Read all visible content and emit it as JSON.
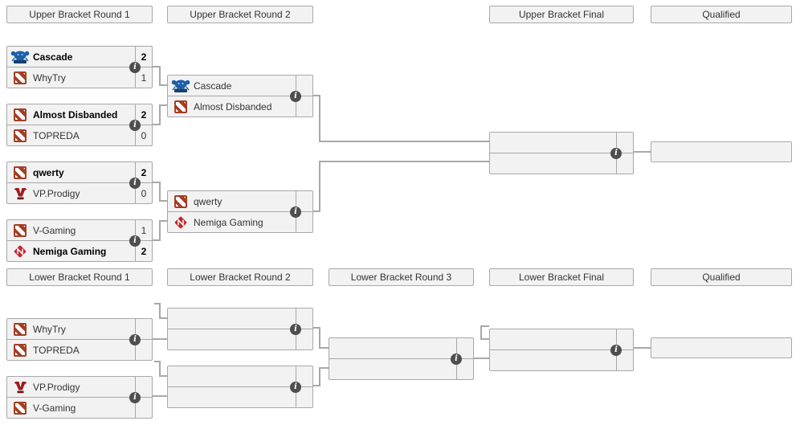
{
  "headers": {
    "ub_r1": "Upper Bracket Round 1",
    "ub_r2": "Upper Bracket Round 2",
    "ub_final": "Upper Bracket Final",
    "ub_qualified": "Qualified",
    "lb_r1": "Lower Bracket Round 1",
    "lb_r2": "Lower Bracket Round 2",
    "lb_r3": "Lower Bracket Round 3",
    "lb_final": "Lower Bracket Final",
    "lb_qualified": "Qualified"
  },
  "matches": {
    "ub_r1_m1": {
      "top": {
        "team": "Cascade",
        "score": "2",
        "winner": true,
        "logo": "cascade-logo-icon"
      },
      "bottom": {
        "team": "WhyTry",
        "score": "1",
        "winner": false,
        "logo": "dota2-logo-icon"
      }
    },
    "ub_r1_m2": {
      "top": {
        "team": "Almost Disbanded",
        "score": "2",
        "winner": true,
        "logo": "dota2-logo-icon"
      },
      "bottom": {
        "team": "TOPREDA",
        "score": "0",
        "winner": false,
        "logo": "dota2-logo-icon"
      }
    },
    "ub_r1_m3": {
      "top": {
        "team": "qwerty",
        "score": "2",
        "winner": true,
        "logo": "dota2-logo-icon"
      },
      "bottom": {
        "team": "VP.Prodigy",
        "score": "0",
        "winner": false,
        "logo": "vp-prodigy-logo-icon"
      }
    },
    "ub_r1_m4": {
      "top": {
        "team": "V-Gaming",
        "score": "1",
        "winner": false,
        "logo": "dota2-logo-icon"
      },
      "bottom": {
        "team": "Nemiga Gaming",
        "score": "2",
        "winner": true,
        "logo": "nemiga-logo-icon"
      }
    },
    "ub_r2_m1": {
      "top": {
        "team": "Cascade",
        "score": "",
        "winner": false,
        "logo": "cascade-logo-icon"
      },
      "bottom": {
        "team": "Almost Disbanded",
        "score": "",
        "winner": false,
        "logo": "dota2-logo-icon"
      }
    },
    "ub_r2_m2": {
      "top": {
        "team": "qwerty",
        "score": "",
        "winner": false,
        "logo": "dota2-logo-icon"
      },
      "bottom": {
        "team": "Nemiga Gaming",
        "score": "",
        "winner": false,
        "logo": "nemiga-logo-icon"
      }
    },
    "ub_final": {
      "top": {
        "team": "",
        "score": "",
        "winner": false,
        "logo": ""
      },
      "bottom": {
        "team": "",
        "score": "",
        "winner": false,
        "logo": ""
      }
    },
    "lb_r1_m1": {
      "top": {
        "team": "WhyTry",
        "score": "",
        "winner": false,
        "logo": "dota2-logo-icon"
      },
      "bottom": {
        "team": "TOPREDA",
        "score": "",
        "winner": false,
        "logo": "dota2-logo-icon"
      }
    },
    "lb_r1_m2": {
      "top": {
        "team": "VP.Prodigy",
        "score": "",
        "winner": false,
        "logo": "vp-prodigy-logo-icon"
      },
      "bottom": {
        "team": "V-Gaming",
        "score": "",
        "winner": false,
        "logo": "dota2-logo-icon"
      }
    },
    "lb_r2_m1": {
      "top": {
        "team": "",
        "score": "",
        "winner": false,
        "logo": ""
      },
      "bottom": {
        "team": "",
        "score": "",
        "winner": false,
        "logo": ""
      }
    },
    "lb_r2_m2": {
      "top": {
        "team": "",
        "score": "",
        "winner": false,
        "logo": ""
      },
      "bottom": {
        "team": "",
        "score": "",
        "winner": false,
        "logo": ""
      }
    },
    "lb_r3_m1": {
      "top": {
        "team": "",
        "score": "",
        "winner": false,
        "logo": ""
      },
      "bottom": {
        "team": "",
        "score": "",
        "winner": false,
        "logo": ""
      }
    },
    "lb_final": {
      "top": {
        "team": "",
        "score": "",
        "winner": false,
        "logo": ""
      },
      "bottom": {
        "team": "",
        "score": "",
        "winner": false,
        "logo": ""
      }
    },
    "ub_qualified_slot": {
      "team": "",
      "score": ""
    },
    "lb_qualified_slot": {
      "team": "",
      "score": ""
    }
  },
  "icons": {
    "info": "info-icon",
    "info_glyph": "i",
    "team_logos": [
      "cascade-logo-icon",
      "dota2-logo-icon",
      "vp-prodigy-logo-icon",
      "nemiga-logo-icon"
    ]
  },
  "colors": {
    "box_bg": "#f2f2f2",
    "box_border": "#a8a8a8",
    "connector": "#a8a8a8",
    "header_text": "#333333",
    "winner_text": "#000000",
    "info_badge_bg": "#4e4e4e",
    "dota2_red": "#a33e24",
    "cascade_blue": "#1d5fa8",
    "vp_prodigy_red": "#9e1b20",
    "nemiga_red": "#c1272d"
  }
}
